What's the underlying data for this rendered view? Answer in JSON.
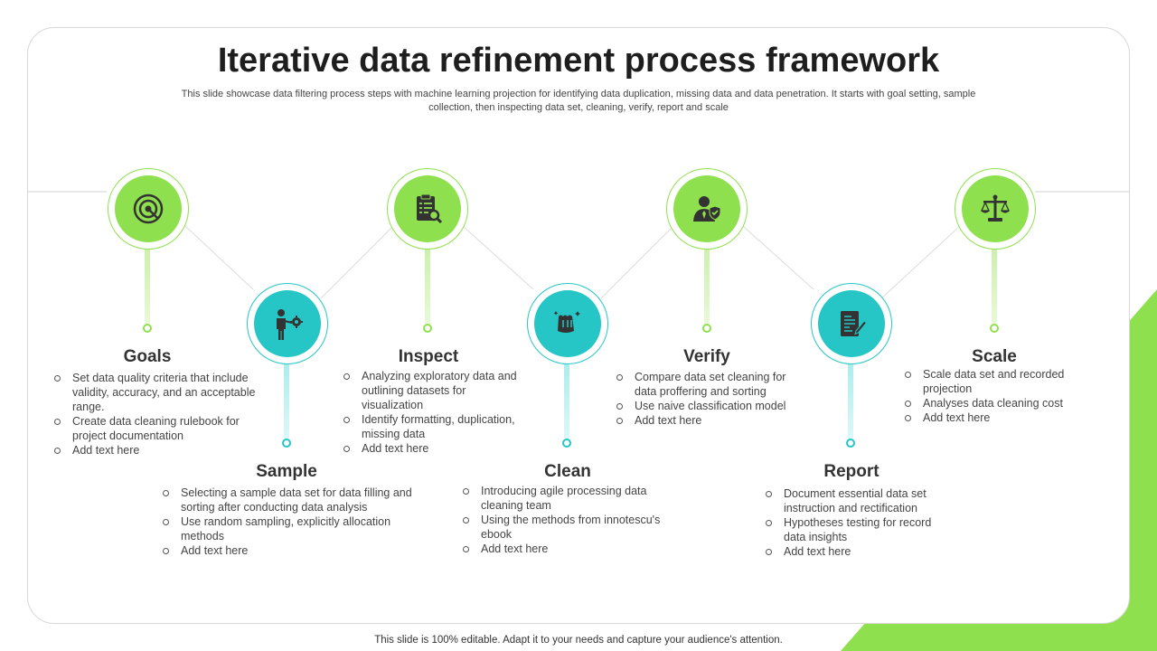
{
  "title": "Iterative data refinement process framework",
  "subtitle": "This slide showcase data filtering process steps with machine learning projection for identifying data duplication, missing data and data penetration. It starts with goal setting, sample collection, then inspecting data set, cleaning, verify, report and scale",
  "footer": "This slide is 100% editable. Adapt it to your needs and capture your audience's attention.",
  "colors": {
    "green": "#8fe04e",
    "teal": "#26c6c6",
    "accent": "#8fe04e"
  },
  "steps": [
    {
      "name": "Goals",
      "icon": "target-icon",
      "color": "green",
      "bullets": [
        "Set data quality criteria that include validity, accuracy, and an acceptable range.",
        "Create data cleaning rulebook for project documentation",
        "Add text here"
      ]
    },
    {
      "name": "Sample",
      "icon": "person-gear-icon",
      "color": "teal",
      "bullets": [
        "Selecting a sample data set for data filling and sorting after conducting data analysis",
        "Use random sampling, explicitly allocation methods",
        "Add text here"
      ]
    },
    {
      "name": "Inspect",
      "icon": "clipboard-search-icon",
      "color": "green",
      "bullets": [
        "Analyzing exploratory data and outlining datasets for visualization",
        "Identify formatting, duplication, missing data",
        "Add text here"
      ]
    },
    {
      "name": "Clean",
      "icon": "cleaning-cloth-icon",
      "color": "teal",
      "bullets": [
        "Introducing agile processing data cleaning team",
        "Using the methods from innotescu's ebook",
        "Add text here"
      ]
    },
    {
      "name": "Verify",
      "icon": "verified-user-icon",
      "color": "green",
      "bullets": [
        "Compare data set cleaning for data proffering and sorting",
        "Use naive classification model",
        "Add text here"
      ]
    },
    {
      "name": "Report",
      "icon": "report-document-icon",
      "color": "teal",
      "bullets": [
        "Document essential data set instruction and rectification",
        "Hypotheses testing for record data insights",
        "Add text here"
      ]
    },
    {
      "name": "Scale",
      "icon": "balance-scale-icon",
      "color": "green",
      "bullets": [
        "Scale data set and recorded projection",
        "Analyses data cleaning cost",
        "Add text here"
      ]
    }
  ]
}
